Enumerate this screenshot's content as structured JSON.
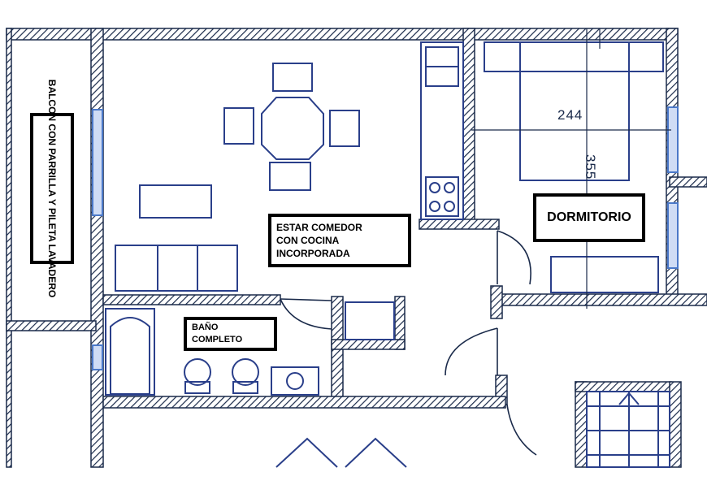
{
  "rooms": {
    "balcon": "BALCON CON PARRILLA\nY PILETA LAVADERO",
    "estar": "ESTAR COMEDOR\nCON COCINA\nINCORPORADA",
    "dormitorio": "DORMITORIO",
    "bano": "BAÑO\nCOMPLETO"
  },
  "dimensions": {
    "width": "244",
    "length": "355"
  },
  "colors": {
    "wall": "#1a2a4a",
    "furniture": "#2a3f8a",
    "window": "#4a78c8",
    "label_border": "#000000"
  }
}
